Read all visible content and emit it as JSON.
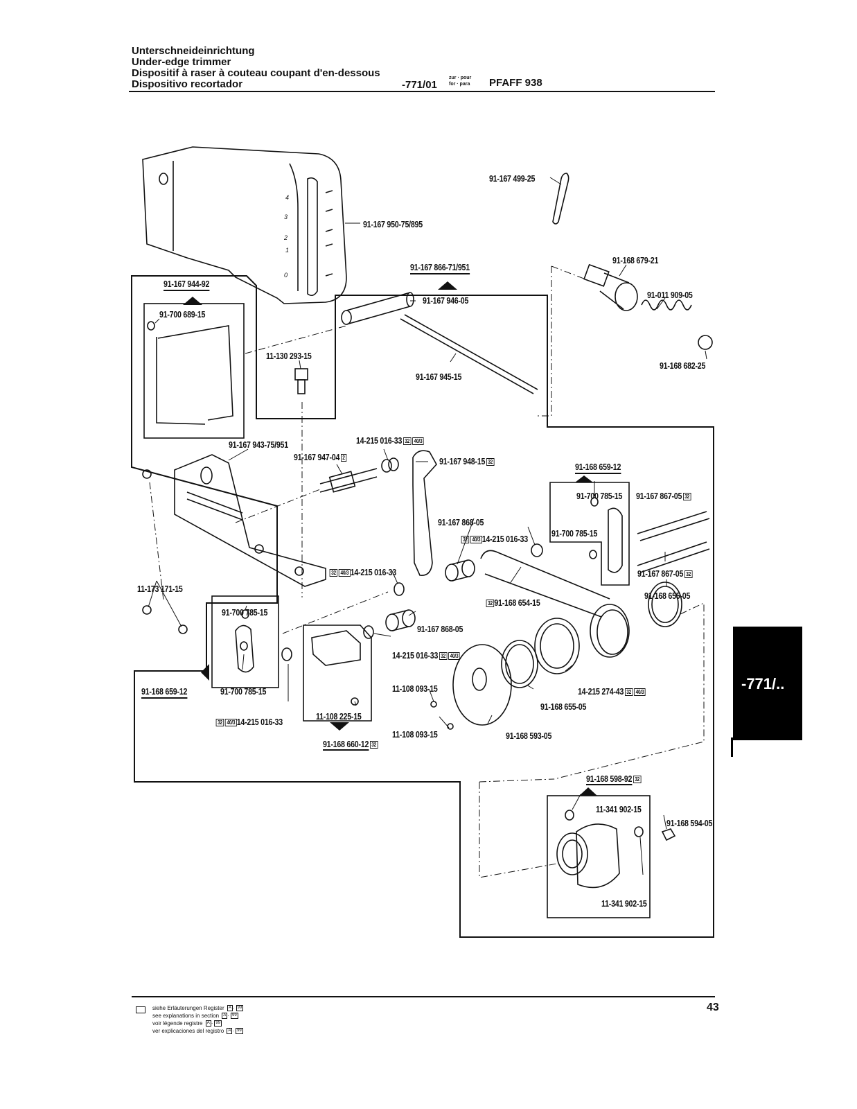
{
  "header": {
    "titles": [
      "Unterschneideinrichtung",
      "Under-edge trimmer",
      "Dispositif à raser à couteau coupant d'en-dessous",
      "Dispositivo recortador"
    ],
    "section_code": "-771/01",
    "for_label_top": "zur · pour",
    "for_label_bottom": "for · para",
    "model": "PFAFF 938"
  },
  "side_tab": {
    "label": "-771/.."
  },
  "page_number": "43",
  "footer": {
    "lines": [
      {
        "text": "siehe Erläuterungen Register",
        "badges": [
          "A",
          "99"
        ]
      },
      {
        "text": "see explanations in section",
        "badges": [
          "A",
          "99"
        ]
      },
      {
        "text": "voir légende registre",
        "badges": [
          "A",
          "99"
        ]
      },
      {
        "text": "ver explicaciones del registro",
        "badges": [
          "A",
          "99"
        ]
      }
    ]
  },
  "diagram": {
    "cover_scale_marks": [
      "4",
      "3",
      "2",
      "1",
      "0"
    ],
    "labels": {
      "p499": {
        "text": "91-167 499-25"
      },
      "p950": {
        "text": "91-167 950-75/895"
      },
      "p866": {
        "text": "91-167 866-71/951",
        "assembly": true
      },
      "p679": {
        "text": "91-168 679-21"
      },
      "p944": {
        "text": "91-167 944-92",
        "assembly": true
      },
      "p689": {
        "text": "91-700 689-15"
      },
      "p946": {
        "text": "91-167 946-05"
      },
      "p909": {
        "text": "91-011 909-05"
      },
      "p293": {
        "text": "11-130 293-15"
      },
      "p682": {
        "text": "91-168 682-25"
      },
      "p945": {
        "text": "91-167 945-15"
      },
      "p943": {
        "text": "91-167 943-75/951"
      },
      "p016a": {
        "text": "14-215 016-33",
        "badges": [
          "32",
          "40/3"
        ]
      },
      "p947": {
        "text": "91-167 947-04",
        "badges": [
          "2"
        ]
      },
      "p948": {
        "text": "91-167 948-15",
        "badges": [
          "32"
        ]
      },
      "p659a": {
        "text": "91-168 659-12",
        "assembly": true
      },
      "p785a": {
        "text": "91-700 785-15"
      },
      "p867a": {
        "text": "91-167 867-05",
        "badges": [
          "32"
        ]
      },
      "p868a": {
        "text": "91-167 868-05"
      },
      "p016b": {
        "text": "14-215 016-33",
        "badges_before": [
          "32",
          "40/3"
        ]
      },
      "p785b": {
        "text": "91-700 785-15"
      },
      "p867b": {
        "text": "91-167 867-05",
        "badges": [
          "32"
        ]
      },
      "p016c": {
        "text": "14-215 016-33",
        "badges_before": [
          "32",
          "40/3"
        ]
      },
      "p171": {
        "text": "11-173 171-15"
      },
      "p654": {
        "text": "91-168 654-15",
        "badges_before": [
          "32"
        ]
      },
      "p655a": {
        "text": "91-168 655-05"
      },
      "p785c": {
        "text": "91-700 785-15"
      },
      "p868b": {
        "text": "91-167 868-05"
      },
      "p016d": {
        "text": "14-215 016-33",
        "badges": [
          "32",
          "40/3"
        ]
      },
      "p093a": {
        "text": "11-108 093-15"
      },
      "p274": {
        "text": "14-215 274-43",
        "badges": [
          "32",
          "40/3"
        ]
      },
      "p659b": {
        "text": "91-168 659-12",
        "assembly": true
      },
      "p785d": {
        "text": "91-700 785-15"
      },
      "p655b": {
        "text": "91-168 655-05"
      },
      "p016e": {
        "text": "14-215 016-33",
        "badges_before": [
          "32",
          "40/3"
        ]
      },
      "p225": {
        "text": "11-108 225-15"
      },
      "p093b": {
        "text": "11-108 093-15"
      },
      "p593": {
        "text": "91-168 593-05"
      },
      "p660": {
        "text": "91-168 660-12",
        "assembly": true,
        "badges": [
          "32"
        ]
      },
      "p598": {
        "text": "91-168 598-92",
        "assembly": true,
        "badges": [
          "32"
        ]
      },
      "p902a": {
        "text": "11-341 902-15"
      },
      "p594": {
        "text": "91-168 594-05"
      },
      "p902b": {
        "text": "11-341 902-15"
      }
    }
  }
}
